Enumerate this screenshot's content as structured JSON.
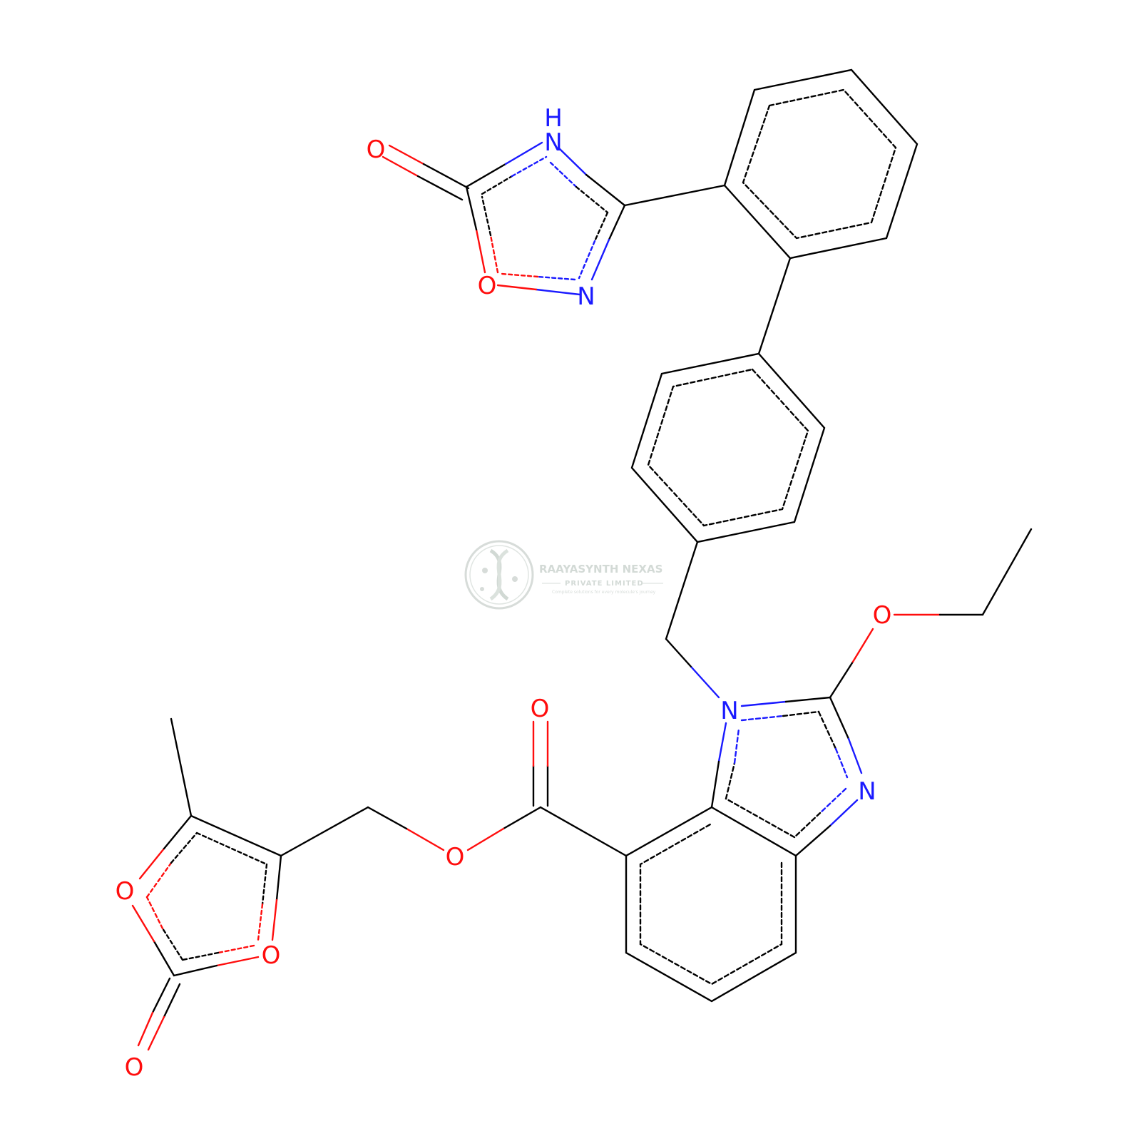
{
  "colors": {
    "bond": "#000000",
    "oxygen": "#ff0d0d",
    "nitrogen": "#1a1aff",
    "watermark": "#cfd6d2"
  },
  "watermark": {
    "company": "RAAYASYNTH NEXAS",
    "subtitle": "PRIVATE LIMITED",
    "tagline": "Complete solutions for every molecule's journey",
    "icon": "dna-helix-logo"
  },
  "atom_labels": {
    "o_carbonyl_oxadiazolone": "O",
    "nh_oxadiazolone": "N",
    "nh_hydrogen": "H",
    "o_ring_oxadiazolone": "O",
    "n_ring_oxadiazolone": "N",
    "o_ether": "O",
    "n1_benzimidazole": "N",
    "n3_benzimidazole": "N",
    "o_ester_carbonyl": "O",
    "o_ester": "O",
    "o_dioxolone_ring1": "O",
    "o_dioxolone_ring2": "O",
    "o_dioxolone_carbonyl": "O"
  }
}
